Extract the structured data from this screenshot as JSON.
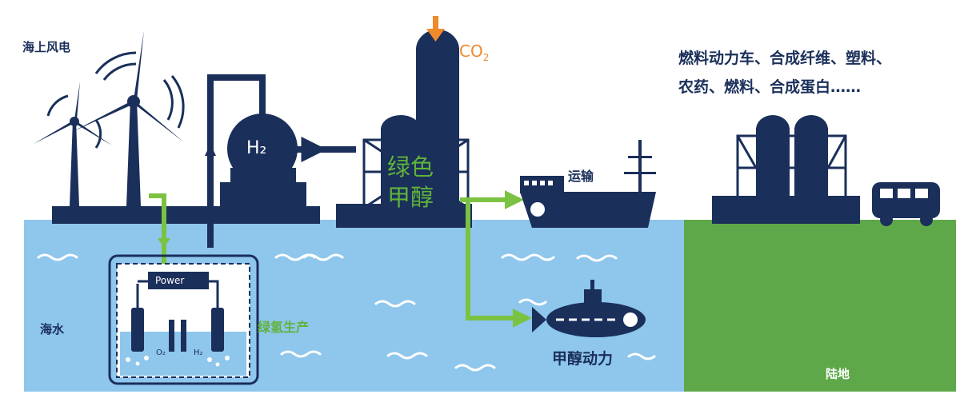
{
  "labels": {
    "offshore_wind": "海上风电",
    "seawater": "海水",
    "green_h2_production": "绿氢生产",
    "power": "Power",
    "o2": "O₂",
    "h2_small": "H₂",
    "h2_tank": "H₂",
    "co2_prefix": "CO",
    "co2_sub": "2",
    "green_methanol_line1": "绿色",
    "green_methanol_line2": "甲醇",
    "transport": "运输",
    "methanol_power": "甲醇动力",
    "uses_line1": "燃料动力车、合成纤维、塑料、",
    "uses_line2": "农药、燃料、合成蛋白……",
    "land": "陆地"
  },
  "colors": {
    "navy": "#1a2f5a",
    "sea": "#8ec6ec",
    "land": "#5fa84a",
    "green_arrow": "#7cc242",
    "orange": "#f08a2a"
  }
}
